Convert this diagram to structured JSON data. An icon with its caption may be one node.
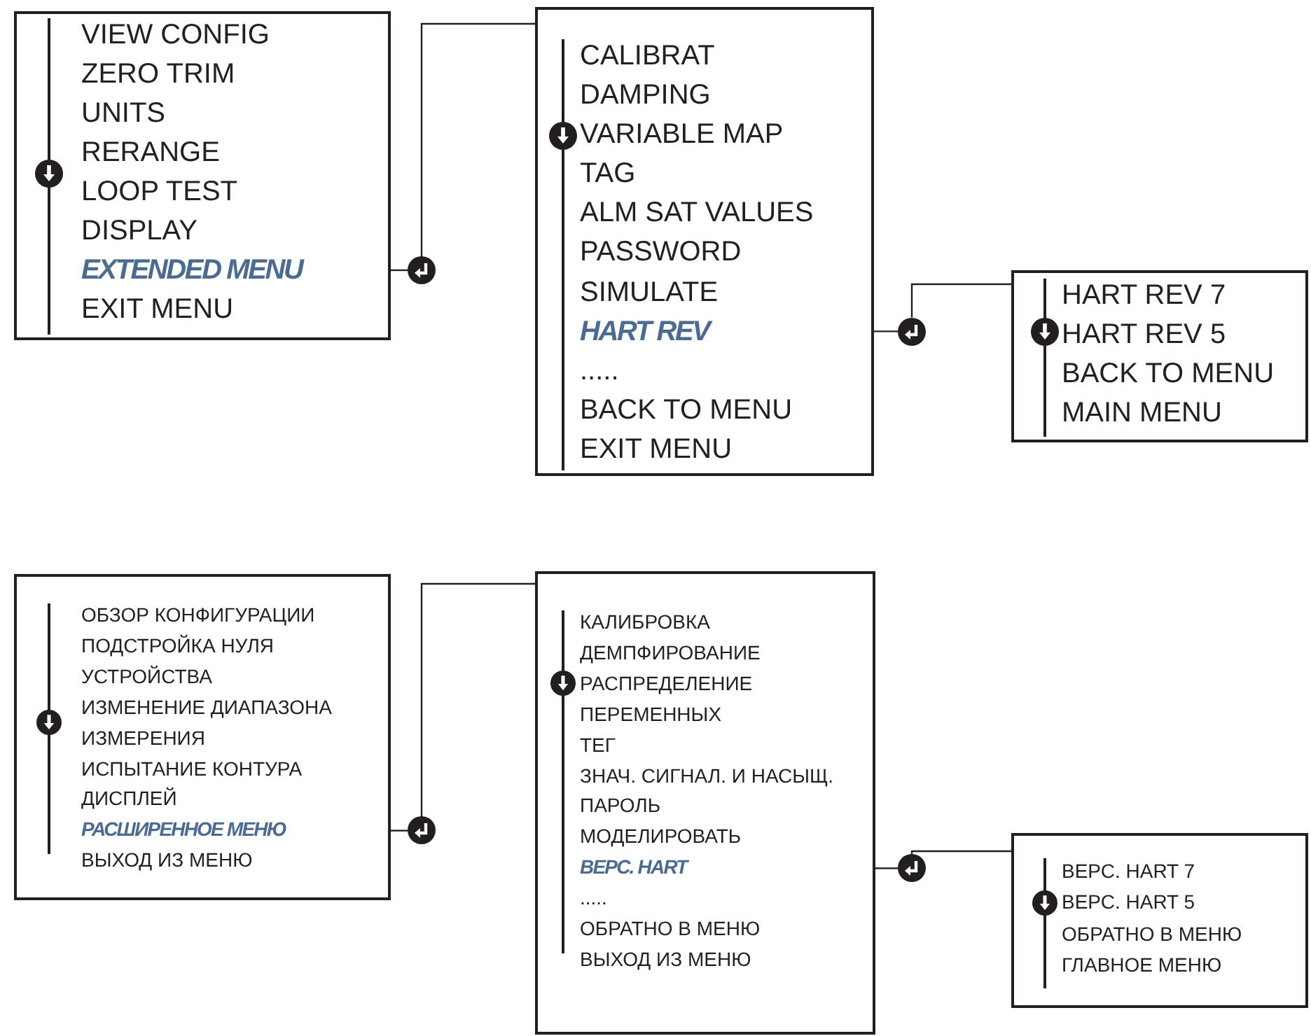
{
  "diagram": {
    "nodes": [
      {
        "text": [
          "VIEW CONFIG",
          "ZERO TRIM",
          "UNITS",
          "RERANGE",
          "LOOP TEST",
          "DISPLAY",
          "EXIT MENU"
        ]
      },
      {
        "text": [
          "EXTENDED MENU"
        ],
        "in": 0
      },
      {
        "text": [
          "CALIBRAT",
          "DAMPING",
          "VARIABLE MAP",
          "TAG",
          "ALM SAT VALUES",
          "PASSWORD",
          "SIMULATE",
          ".....",
          "BACK TO MENU",
          "EXIT MENU"
        ]
      },
      {
        "text": [
          "HART REV"
        ],
        "in": 2
      },
      {
        "text": [
          "HART REV 7",
          "HART REV 5",
          "BACK TO MENU",
          "MAIN MENU"
        ]
      },
      {
        "text": [
          "ОБЗОР КОНФИГУРАЦИИ",
          "ПОДСТРОЙКА НУЛЯ",
          "УСТРОЙСТВА",
          "ИЗМЕНЕНИЕ ДИАПАЗОНА ИЗМЕРЕНИЯ",
          "ИСПЫТАНИЕ КОНТУРА",
          "ДИСПЛЕЙ",
          "ВЫХОД ИЗ МЕНЮ"
        ]
      },
      {
        "text": [
          "РАСШИРЕННОЕ МЕНЮ"
        ],
        "in": 5
      },
      {
        "text": [
          "КАЛИБРОВКА",
          "ДЕМПФИРОВАНИЕ",
          "РАСПРЕДЕЛЕНИЕ ПЕРЕМЕННЫХ",
          "ТЕГ",
          "ЗНАЧ. СИГНАЛ. И НАСЫЩ.",
          "ПАРОЛЬ",
          "МОДЕЛИРОВАТЬ",
          ".....",
          "ОБРАТНО В МЕНЮ",
          "ВЫХОД ИЗ МЕНЮ"
        ]
      },
      {
        "text": [
          "ВЕРС. HART"
        ],
        "in": 7
      },
      {
        "text": [
          "ВЕРС. HART 7",
          "ВЕРС. HART 5",
          "ОБРАТНО В МЕНЮ",
          "ГЛАВНОЕ МЕНЮ"
        ]
      },
      {
        "text": [],
        "shape": "circle"
      },
      {
        "text": [],
        "shape": "circle"
      },
      {
        "text": [],
        "shape": "circle"
      },
      {
        "text": [],
        "shape": "circle"
      }
    ],
    "edges": [
      {
        "from": 0,
        "to": 10,
        "arrow": "none"
      },
      {
        "from": 10,
        "to": 2,
        "arrow": "none"
      },
      {
        "from": 2,
        "to": 11,
        "arrow": "none"
      },
      {
        "from": 11,
        "to": 4,
        "arrow": "none"
      },
      {
        "from": 5,
        "to": 12,
        "arrow": "none"
      },
      {
        "from": 12,
        "to": 7,
        "arrow": "none"
      },
      {
        "from": 7,
        "to": 13,
        "arrow": "none"
      },
      {
        "from": 13,
        "to": 9,
        "arrow": "none"
      }
    ]
  }
}
